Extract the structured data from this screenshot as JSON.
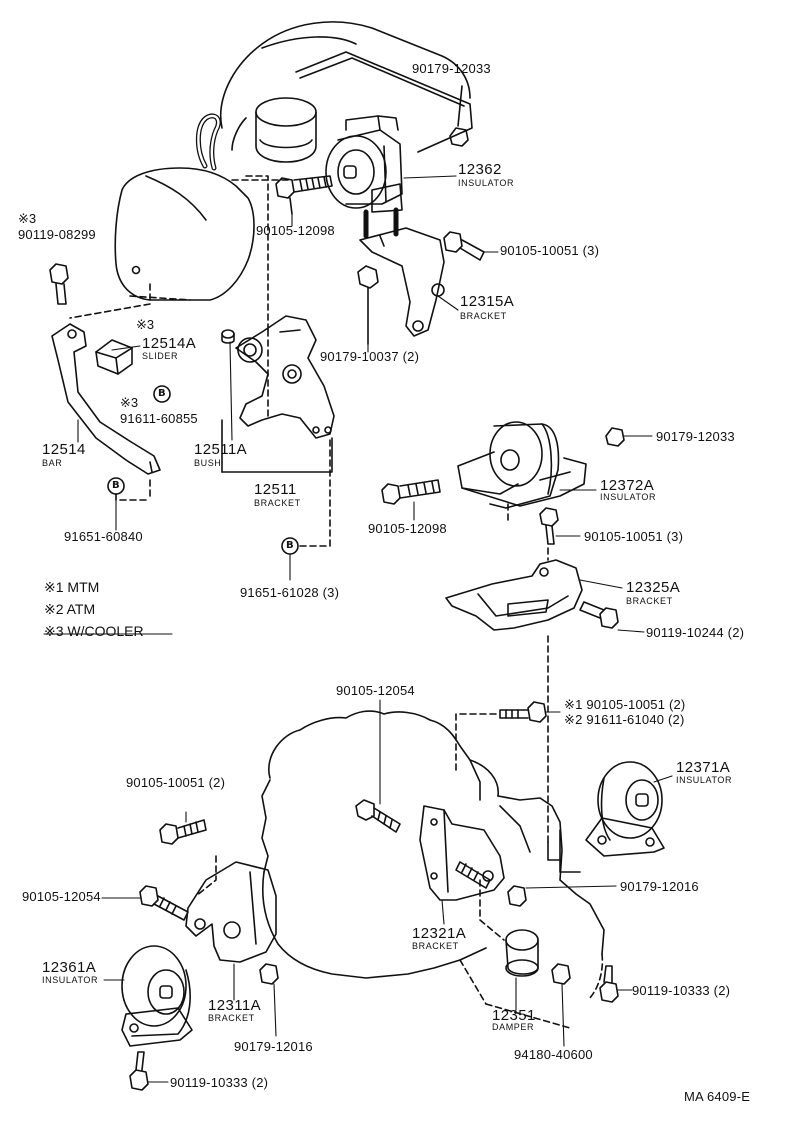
{
  "parts": {
    "top_right_bolt": "90179-12033",
    "p12362": "12362",
    "p12362_desc": "INSULATOR",
    "bolt_12098_top": "90105-12098",
    "bolt_10051_top": "90105-10051 (3)",
    "p12315a": "12315A",
    "p12315a_desc": "BRACKET",
    "nut_10037": "90179-10037 (2)",
    "cooler_mark_a": "※3",
    "bolt_08299": "90119-08299",
    "cooler_mark_b": "※3",
    "p12514a": "12514A",
    "p12514a_desc": "SLIDER",
    "cooler_mark_c": "※3",
    "bolt_60855": "91611-60855",
    "p12514": "12514",
    "p12514_desc": "BAR",
    "p12511a": "12511A",
    "p12511a_desc": "BUSH",
    "p12511": "12511",
    "p12511_desc": "BRACKET",
    "bolt_60840": "91651-60840",
    "bolt_61028": "91651-61028 (3)",
    "nut_12033_mid": "90179-12033",
    "p12372a": "12372A",
    "p12372a_desc": "INSULATOR",
    "bolt_12098_mid": "90105-12098",
    "bolt_10051_mid": "90105-10051 (3)",
    "p12325a": "12325A",
    "p12325a_desc": "BRACKET",
    "bolt_10244": "90119-10244 (2)",
    "bolt_12054_top": "90105-12054",
    "mtm_bolt": "※1 90105-10051 (2)",
    "atm_bolt": "※2 91611-61040 (2)",
    "p12371a": "12371A",
    "p12371a_desc": "INSULATOR",
    "bolt_10051_left": "90105-10051 (2)",
    "bolt_12054_left": "90105-12054",
    "nut_12016_right": "90179-12016",
    "p12321a": "12321A",
    "p12321a_desc": "BRACKET",
    "p12361a": "12361A",
    "p12361a_desc": "INSULATOR",
    "p12311a": "12311A",
    "p12311a_desc": "BRACKET",
    "bolt_10333_right": "90119-10333 (2)",
    "p12351": "12351",
    "p12351_desc": "DAMPER",
    "nut_12016_bottom": "90179-12016",
    "washer_40600": "94180-40600",
    "bolt_10333_bottom": "90119-10333 (2)"
  },
  "legend": {
    "mtm": "※1 MTM",
    "atm": "※2 ATM",
    "cooler": "※3 W/COOLER"
  },
  "badge_letter": "B",
  "footer_code": "MA  6409-E"
}
